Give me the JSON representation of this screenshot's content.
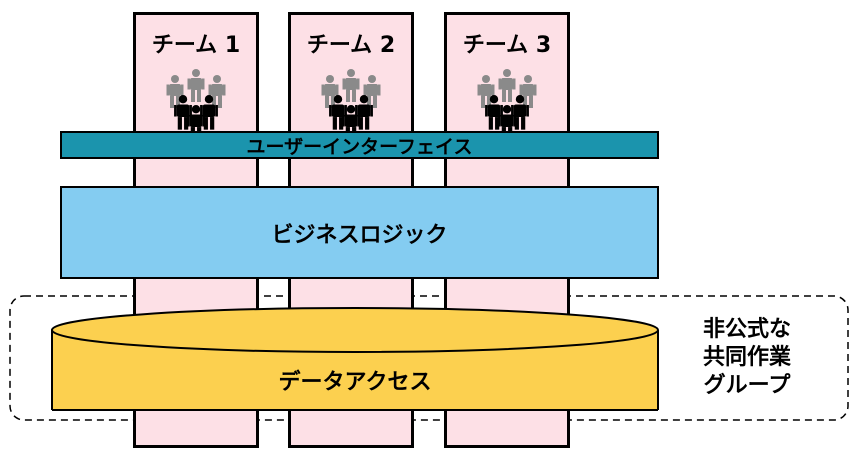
{
  "teams": [
    {
      "label": "チーム 1"
    },
    {
      "label": "チーム 2"
    },
    {
      "label": "チーム 3"
    }
  ],
  "layers": {
    "ui": "ユーザーインターフェイス",
    "business": "ビジネスロジック",
    "data": "データアクセス"
  },
  "informal_group": {
    "lines": [
      "非公式な",
      "共同作業",
      "グループ"
    ]
  },
  "colors": {
    "team_column": "#fde0e6",
    "ui_layer": "#1b94ad",
    "business_layer": "#84ccf1",
    "data_layer": "#fcd04f",
    "person_front": "#000000",
    "person_back": "#8a8a8a"
  }
}
